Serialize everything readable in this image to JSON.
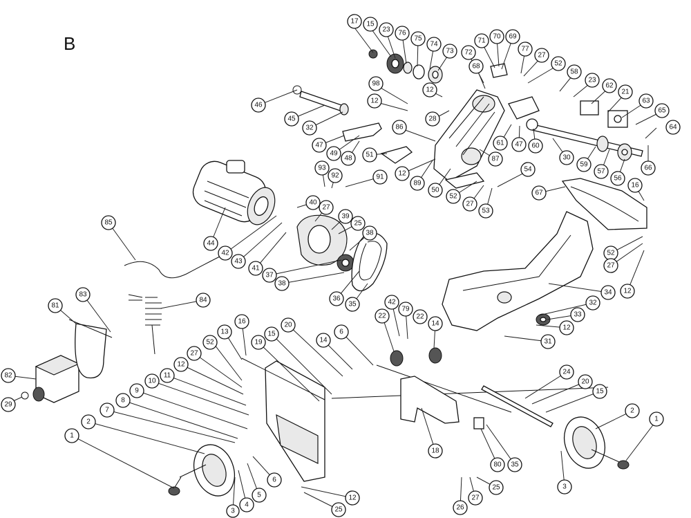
{
  "section_label": "B",
  "callouts": [
    "17",
    "15",
    "23",
    "76",
    "75",
    "74",
    "73",
    "71",
    "70",
    "69",
    "77",
    "27",
    "52",
    "58",
    "23",
    "62",
    "21",
    "63",
    "65",
    "64",
    "98",
    "12",
    "72",
    "68",
    "12",
    "28",
    "86",
    "61",
    "47",
    "60",
    "30",
    "59",
    "57",
    "56",
    "66",
    "16",
    "46",
    "45",
    "32",
    "47",
    "49",
    "48",
    "51",
    "12",
    "89",
    "50",
    "87",
    "54",
    "52",
    "27",
    "53",
    "93",
    "92",
    "91",
    "40",
    "27",
    "39",
    "25",
    "38",
    "37",
    "38",
    "36",
    "35",
    "44",
    "42",
    "43",
    "41",
    "85",
    "84",
    "81",
    "83",
    "82",
    "29",
    "34",
    "52",
    "27",
    "12",
    "67",
    "32",
    "33",
    "12",
    "31",
    "42",
    "79",
    "22",
    "14",
    "22",
    "6",
    "14",
    "20",
    "15",
    "19",
    "16",
    "13",
    "52",
    "27",
    "12",
    "11",
    "10",
    "9",
    "8",
    "7",
    "2",
    "1",
    "3",
    "4",
    "5",
    "6",
    "12",
    "25",
    "24",
    "20",
    "15",
    "18",
    "80",
    "35",
    "25",
    "27",
    "26",
    "2",
    "1",
    "3"
  ]
}
